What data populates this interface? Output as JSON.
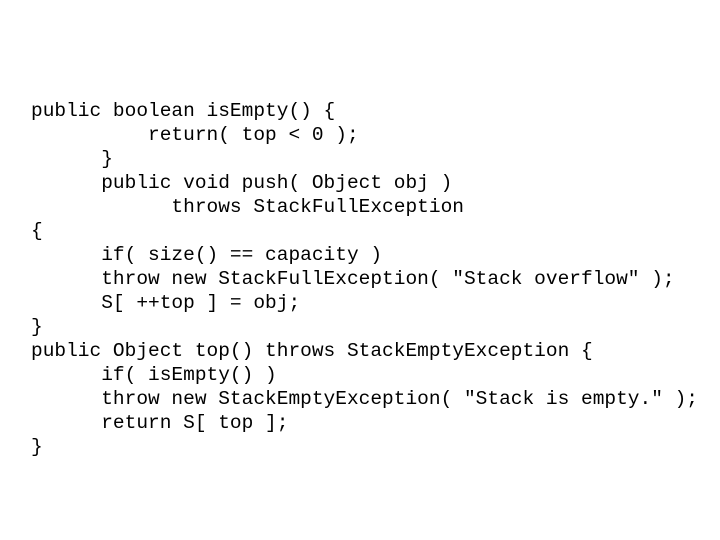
{
  "slide": {
    "background_color": "#ffffff",
    "text_color": "#000000",
    "language": "java",
    "code_lines": [
      "public boolean isEmpty() {",
      "          return( top < 0 );",
      "      }",
      "      public void push( Object obj )",
      "            throws StackFullException",
      "{",
      "      if( size() == capacity )",
      "      throw new StackFullException( \"Stack overflow\" );",
      "      S[ ++top ] = obj;",
      "}",
      "public Object top() throws StackEmptyException {",
      "      if( isEmpty() )",
      "      throw new StackEmptyException( \"Stack is empty.\" );",
      "      return S[ top ];",
      "}"
    ]
  }
}
